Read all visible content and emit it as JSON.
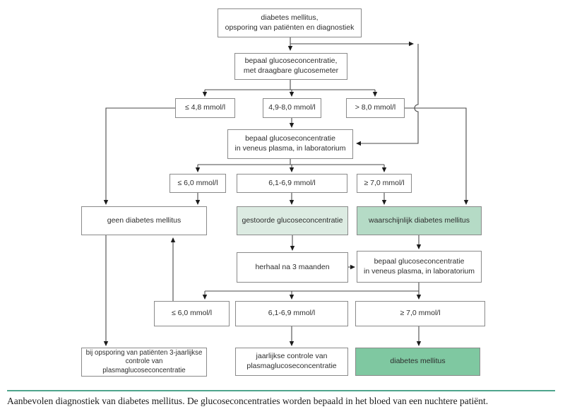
{
  "flowchart": {
    "nodes": {
      "start": {
        "label": "diabetes mellitus,\nopsporing van patiënten en diagnostiek"
      },
      "meter": {
        "label": "bepaal glucoseconcentratie,\nmet draagbare glucosemeter"
      },
      "range_low": {
        "label": "≤ 4,8 mmol/l"
      },
      "range_mid": {
        "label": "4,9-8,0 mmol/l"
      },
      "range_high": {
        "label": "> 8,0 mmol/l"
      },
      "lab1": {
        "label": "bepaal glucoseconcentratie\nin veneus plasma, in laboratorium"
      },
      "th_low_a": {
        "label": "≤ 6,0 mmol/l"
      },
      "th_mid_a": {
        "label": "6,1-6,9 mmol/l"
      },
      "th_high_a": {
        "label": "≥ 7,0 mmol/l"
      },
      "no_dm": {
        "label": "geen diabetes mellitus"
      },
      "impaired": {
        "label": "gestoorde glucoseconcentratie"
      },
      "probable_dm": {
        "label": "waarschijnlijk diabetes mellitus"
      },
      "repeat3m": {
        "label": "herhaal na 3 maanden"
      },
      "lab2": {
        "label": "bepaal glucoseconcentratie\nin veneus plasma, in laboratorium"
      },
      "th_low_b": {
        "label": "≤ 6,0 mmol/l"
      },
      "th_mid_b": {
        "label": "6,1-6,9 mmol/l"
      },
      "th_high_b": {
        "label": "≥ 7,0 mmol/l"
      },
      "screening3y": {
        "label": "bij opsporing van patiënten 3-jaarlijkse\ncontrole van plasmaglucoseconcentratie"
      },
      "yearly": {
        "label": "jaarlijkse controle van\nplasmaglucoseconcentratie"
      },
      "dm": {
        "label": "diabetes mellitus"
      }
    }
  },
  "page": {
    "caption": "Aanbevolen diagnostiek van diabetes mellitus. De glucoseconcentraties worden bepaald in het bloed van een nuchtere patiënt."
  },
  "colors": {
    "impaired_fill": "#dcebe2",
    "probable_fill": "#b5dbc6",
    "definite_fill": "#7fc8a1",
    "divider": "#4fa58c"
  }
}
